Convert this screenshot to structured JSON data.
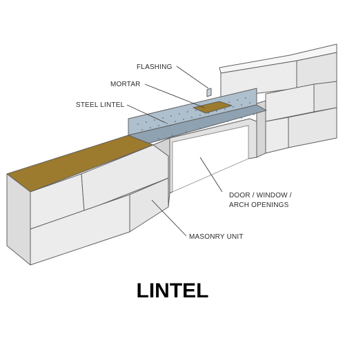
{
  "title": "LINTEL",
  "labels": {
    "flashing": "FLASHING",
    "mortar": "MORTAR",
    "steel_lintel": "STEEL LINTEL",
    "opening_line1": "DOOR / WINDOW /",
    "opening_line2": "ARCH OPENINGS",
    "masonry_unit": "MASONRY UNIT"
  },
  "colors": {
    "background": "#ffffff",
    "block_face": "#ececec",
    "block_side": "#dcdcdc",
    "block_top": "#f6f6f6",
    "mortar_bed": "#9c7a2e",
    "steel": "#aebfcd",
    "steel_dark": "#8fa2b2",
    "opening": "#ffffff",
    "text": "#000000"
  }
}
